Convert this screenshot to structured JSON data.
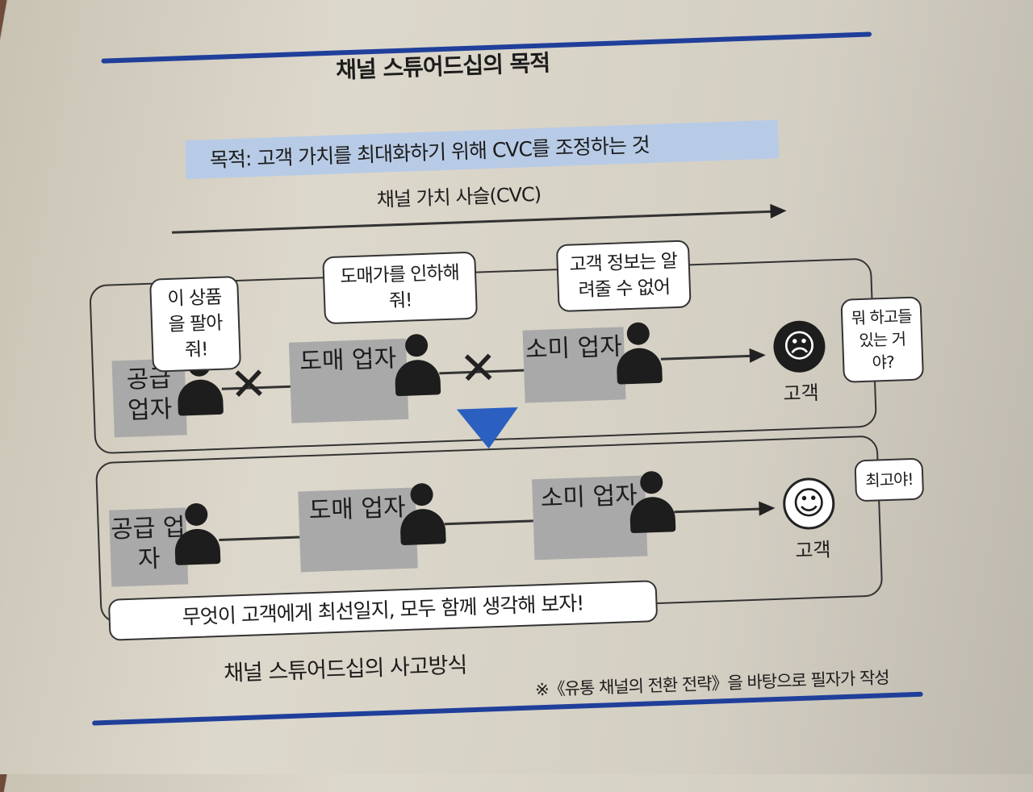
{
  "title": "채널 스튜어드십의 목적",
  "purpose": "목적: 고객 가치를 최대화하기 위해 CVC를 조정하는 것",
  "cvc_label": "채널 가치 사슬(CVC)",
  "before": {
    "supplier": "공급 업자",
    "wholesaler": "도매 업자",
    "retailer": "소미 업자",
    "customer": "고객",
    "bubble_supplier": "이 상품을 팔아 줘!",
    "bubble_wholesaler": "도매가를 인하해 줘!",
    "bubble_retailer": "고객 정보는 알려줄 수 없어",
    "bubble_customer": "뭐 하고들 있는 거야?"
  },
  "after": {
    "supplier": "공급 업자",
    "wholesaler": "도매 업자",
    "retailer": "소미 업자",
    "customer": "고객",
    "bubble_customer": "최고야!",
    "bubble_shared": "무엇이 고객에게 최선일지, 모두 함께 생각해 보자!"
  },
  "caption": "채널 스튜어드십의 사고방식",
  "footnote": "※《유통 채널의 전환 전략》을 바탕으로 필자가 작성",
  "colors": {
    "accent": "#1f3f9a",
    "purpose_bg": "#b8cbe6",
    "block": "#a9a9a9",
    "down_arrow": "#2b5fc0"
  }
}
